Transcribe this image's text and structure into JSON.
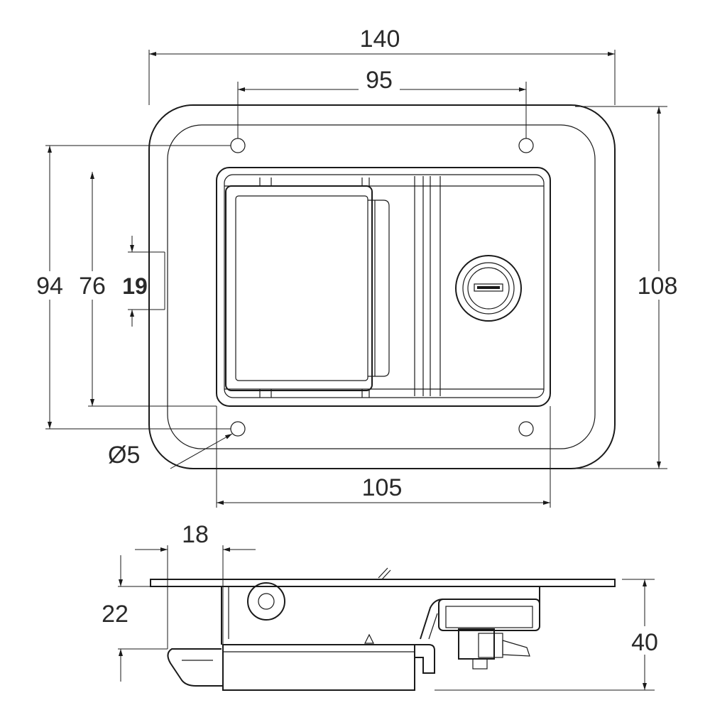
{
  "dimensions": {
    "overall_width": "140",
    "hole_spacing_top": "95",
    "overall_height": "108",
    "hole_spacing_vertical": "94",
    "recess_height": "76",
    "center_offset": "19",
    "hole_diameter": "Ø5",
    "recess_width": "105",
    "side_offset": "18",
    "side_depth_upper": "22",
    "side_depth_total": "40"
  },
  "colors": {
    "line": "#1a1a1a",
    "text": "#2a2a2a"
  },
  "views": [
    "front-view",
    "side-view"
  ],
  "icons": [
    "key-lock-icon"
  ]
}
